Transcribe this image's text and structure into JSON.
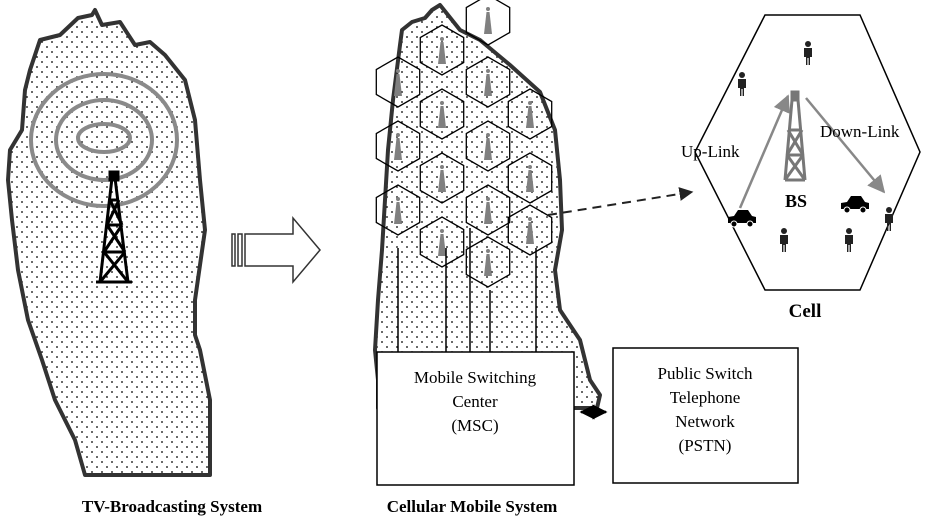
{
  "left_system": {
    "caption": "TV-Broadcasting System"
  },
  "right_system": {
    "caption": "Cellular Mobile System"
  },
  "cell": {
    "caption": "Cell",
    "base_station_label": "BS",
    "uplink_label": "Up-Link",
    "downlink_label": "Down-Link"
  },
  "msc": {
    "lines": [
      "Mobile Switching",
      "Center",
      "(MSC)"
    ]
  },
  "pstn": {
    "lines": [
      "Public Switch",
      "Telephone",
      "Network",
      "(PSTN)"
    ]
  },
  "colors": {
    "tower_gray": "#808080",
    "ring_gray": "#8a8a8a",
    "arrow_gray": "#888888",
    "outline": "#333333"
  },
  "icons": [
    "tower-icon",
    "cell-antenna-icon",
    "person-icon",
    "car-icon",
    "block-arrow-icon"
  ]
}
